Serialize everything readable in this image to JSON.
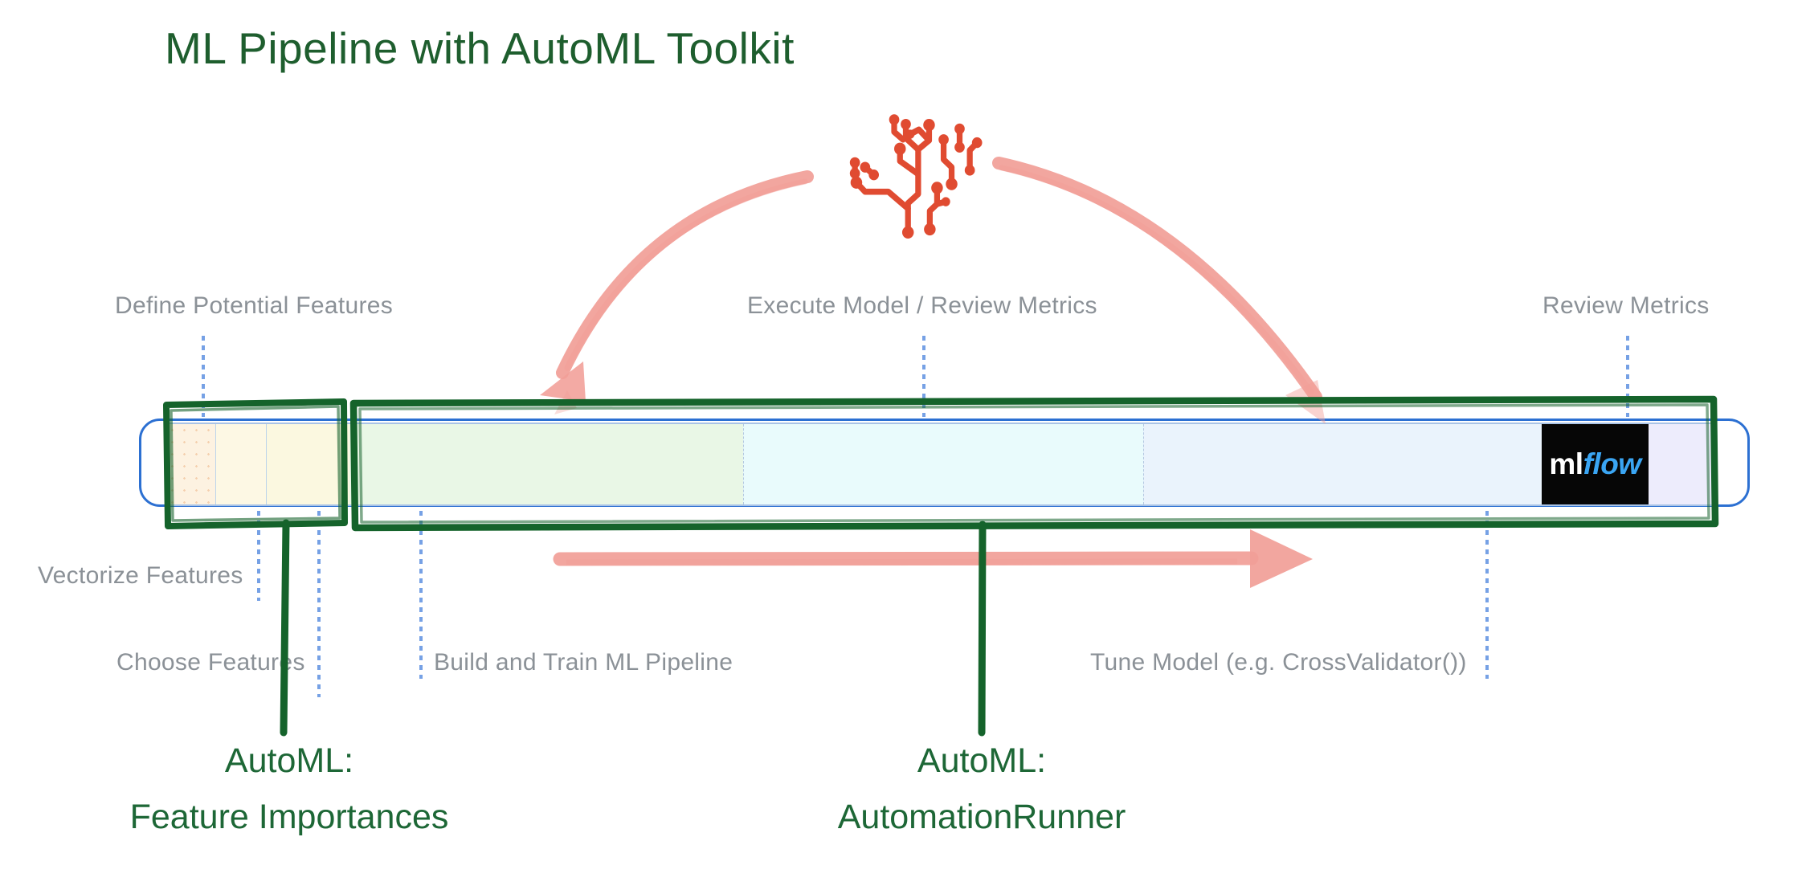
{
  "title": "ML Pipeline with AutoML Toolkit",
  "top_labels": [
    "Define Potential Features",
    "Execute Model / Review Metrics",
    "Review Metrics"
  ],
  "bottom_labels": [
    "Vectorize Features",
    "Choose Features",
    "Build and Train ML Pipeline",
    "Tune Model (e.g. CrossValidator())"
  ],
  "automl_labels": [
    {
      "line1": "AutoML:",
      "line2": "Feature Importances"
    },
    {
      "line1": "AutoML:",
      "line2": "AutomationRunner"
    }
  ],
  "logo": {
    "ml": "ml",
    "flow": "flow"
  },
  "icons": {
    "brain": "circuit-brain-icon",
    "arrow_left": "curved-arrow-down-left-icon",
    "arrow_right": "curved-arrow-down-right-icon",
    "arrow_forward": "horizontal-arrow-right-icon"
  },
  "colors": {
    "title_green": "#1e5e2e",
    "automl_green": "#1d6736",
    "sketch_green": "#15632b",
    "label_gray": "#8b9197",
    "dotted_blue": "#76a1e5",
    "container_blue": "#2c70d2",
    "strip_border_blue": "#a9c3e6",
    "arrow_pink": "#f19e97",
    "brain_red": "#e04b31",
    "mlflow_blue": "#3aa5f3",
    "mlflow_bg": "#060606"
  },
  "pipeline": {
    "segments": [
      {
        "name": "define-potential-features",
        "color": "#fdf2e1"
      },
      {
        "name": "vectorize-features",
        "color": "#fdf8e4"
      },
      {
        "name": "choose-features",
        "color": "#fbf8e0"
      },
      {
        "name": "build-and-train-ml-pipeline",
        "color": "#e9f7e6"
      },
      {
        "name": "execute-model-review-metrics",
        "color": "#e9fbfc"
      },
      {
        "name": "tune-model",
        "color": "#eaf3fc"
      },
      {
        "name": "mlflow-logo",
        "color": "#060606"
      },
      {
        "name": "review-metrics",
        "color": "#edecfc"
      }
    ]
  }
}
